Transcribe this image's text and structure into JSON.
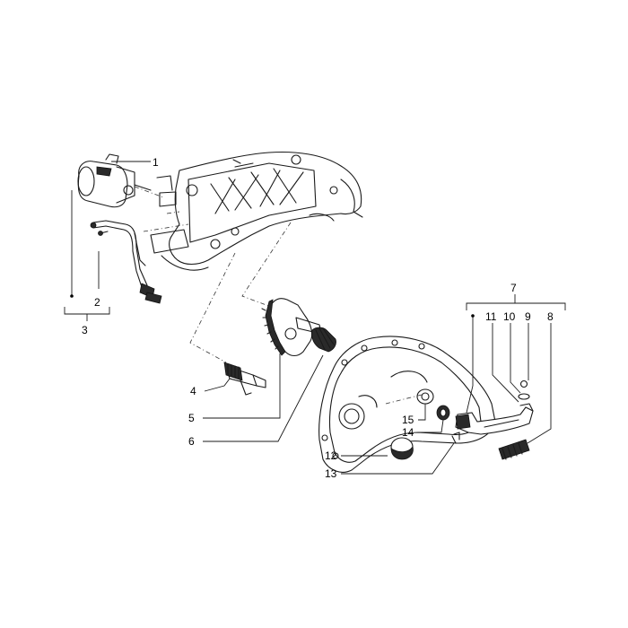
{
  "callouts": [
    {
      "id": "c1",
      "text": "1"
    },
    {
      "id": "c2",
      "text": "2"
    },
    {
      "id": "c3",
      "text": "3"
    },
    {
      "id": "c4",
      "text": "4"
    },
    {
      "id": "c5",
      "text": "5"
    },
    {
      "id": "c6",
      "text": "6"
    },
    {
      "id": "c7",
      "text": "7"
    },
    {
      "id": "c8",
      "text": "8"
    },
    {
      "id": "c9",
      "text": "9"
    },
    {
      "id": "c10",
      "text": "10"
    },
    {
      "id": "c11",
      "text": "11"
    },
    {
      "id": "c12",
      "text": "12"
    },
    {
      "id": "c13",
      "text": "13"
    },
    {
      "id": "c14",
      "text": "14"
    },
    {
      "id": "c15",
      "text": "15"
    }
  ]
}
